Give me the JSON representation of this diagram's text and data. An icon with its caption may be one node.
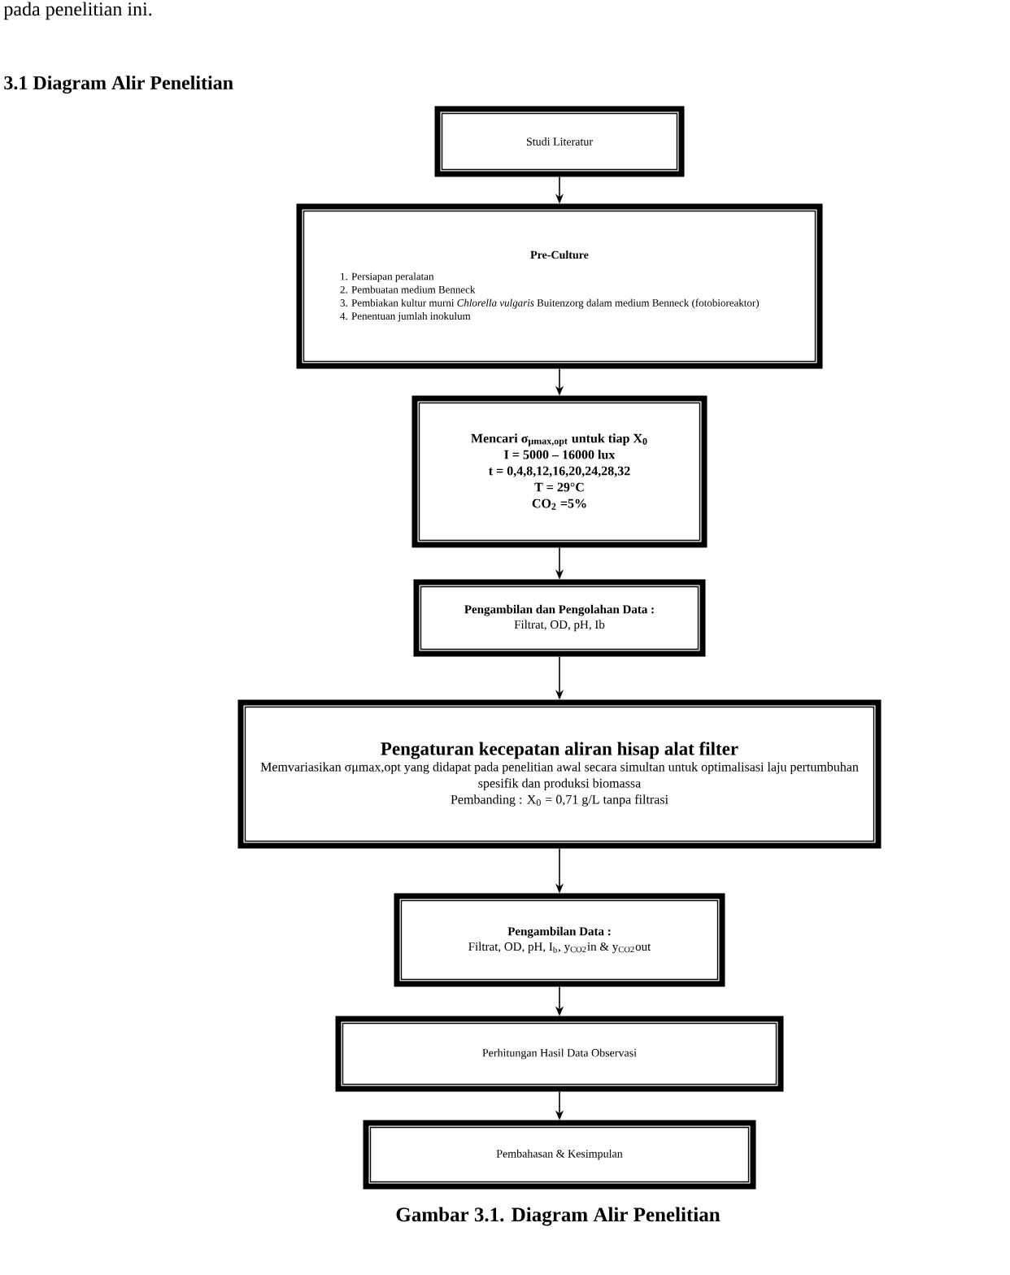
{
  "diagram": {
    "title": "3.1 Diagram Alir Penelitian",
    "caption": "Gambar 3.1. Diagram Alir Penelitian",
    "nodes": [
      {
        "text": [
          "Studi Literatur"
        ]
      },
      {
        "text": [
          "Pre-Culture",
          "1. Persiapan peralatan",
          "2. Pembuatan medium Benneck",
          "3. Pembiakan kultur murni *Chlorella vulgaris* Buitenzorg dalam medium Benneck (fotobioreaktor)",
          "4. Penentuan jumlah inokulum"
        ]
      },
      {
        "text": [
          "Mencari σ$_{μmax,opt}$ untuk tiap X$_{0}$",
          "I = 5000 – 16000 lux",
          "t = 0,4,8,12,16,20,24,28,32",
          "T = 29°C",
          "CO$_{2}$ =5%"
        ]
      },
      {
        "text": [
          "Pengambilan dan Pengolahan Data :",
          "Filtrat, OD, pH, Ib"
        ]
      },
      {
        "text": [
          "Pengaturan kecepatan aliran hisap alat filter",
          "Memvariasikan σμmax,opt yang didapat pada penelitian awal secara simultan untuk optimalisasi laju pertumbuhan spesifik dan produksi biomassa",
          "Pembanding : X$_{0}$ = 0,71 g/L tanpa filtrasi"
        ]
      },
      {
        "text": [
          "Pengambilan Data :",
          "Filtrat, OD, pH, I$_{b}$, y$_{CO2}$in & y$_{CO2}$out"
        ]
      },
      {
        "text": [
          "Perhitungan Hasil Data Observasi"
        ]
      },
      {
        "text": [
          "Pembahasan & Kesimpulan"
        ]
      }
    ],
    "edges": [
      {
        "from": 0,
        "to": 1,
        "arrow": "to"
      },
      {
        "from": 1,
        "to": 2,
        "arrow": "to"
      },
      {
        "from": 2,
        "to": 3,
        "arrow": "to"
      },
      {
        "from": 3,
        "to": 4,
        "arrow": "to"
      },
      {
        "from": 4,
        "to": 5,
        "arrow": "to"
      },
      {
        "from": 5,
        "to": 6,
        "arrow": "to"
      },
      {
        "from": 6,
        "to": 7,
        "arrow": "to"
      }
    ],
    "labels": [
      "pada penelitian ini."
    ]
  }
}
